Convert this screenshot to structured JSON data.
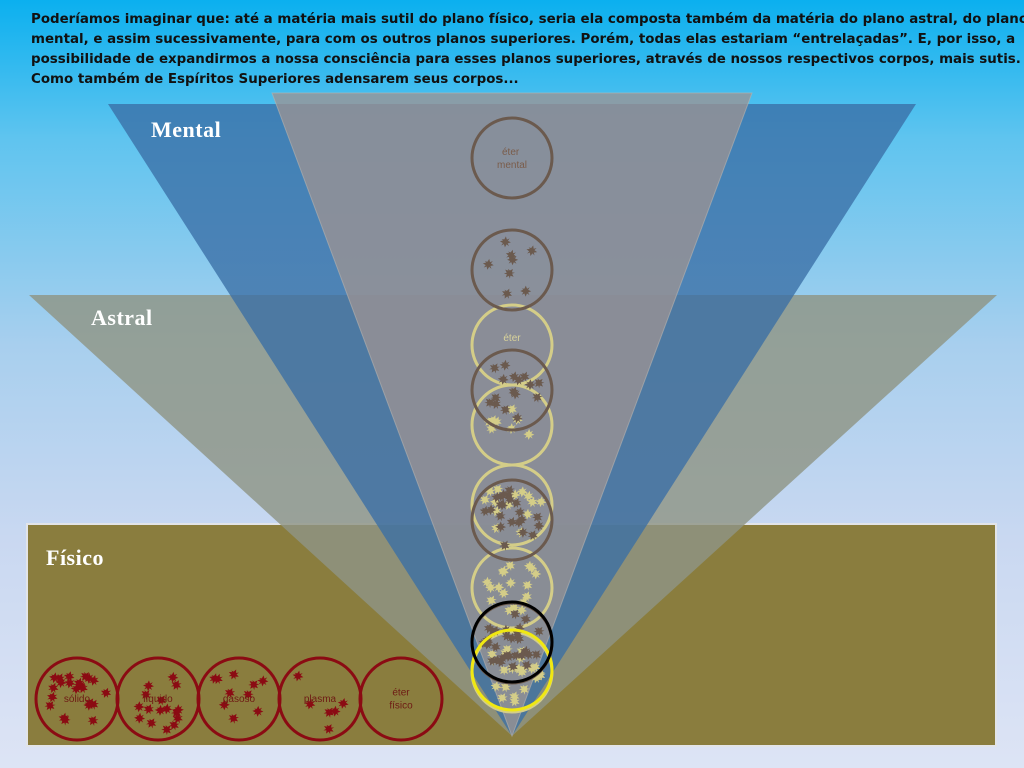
{
  "intro": {
    "lines": [
      "Poderíamos imaginar que: até a matéria mais sutil do plano físico, seria ela composta também da matéria do plano astral, do plano",
      "mental,  e assim  sucessivamente,  para com os outros  planos superiores.  Porém, todas elas estariam “entrelaçadas”.  E, por isso, a",
      "possibilidade  de expandirmos a nossa consciência  para  esses planos  superiores,  através de nossos respectivos corpos, mais sutis.",
      "Como também de Espíritos Superiores adensarem seus corpos..."
    ]
  },
  "planes": {
    "mental": "Mental",
    "astral": "Astral",
    "fisico": "Físico"
  },
  "states": [
    {
      "label": "sólido"
    },
    {
      "label": "líquido"
    },
    {
      "label": "gasoso"
    },
    {
      "label": "plasma"
    },
    {
      "label": "éter\nfísico"
    }
  ],
  "column": {
    "mental_ether": "éter\nmental",
    "astral_ether": "éter"
  },
  "colors": {
    "physical_box": "#8a7d3e",
    "mental_triangle": "#3a6ea5",
    "astral_triangle": "#8f9585",
    "center_triangle": "#9b9494",
    "physical_circle": "#8b0b13",
    "mental_circle": "#6b5a4e",
    "astral_circle": "#d4cd88"
  }
}
